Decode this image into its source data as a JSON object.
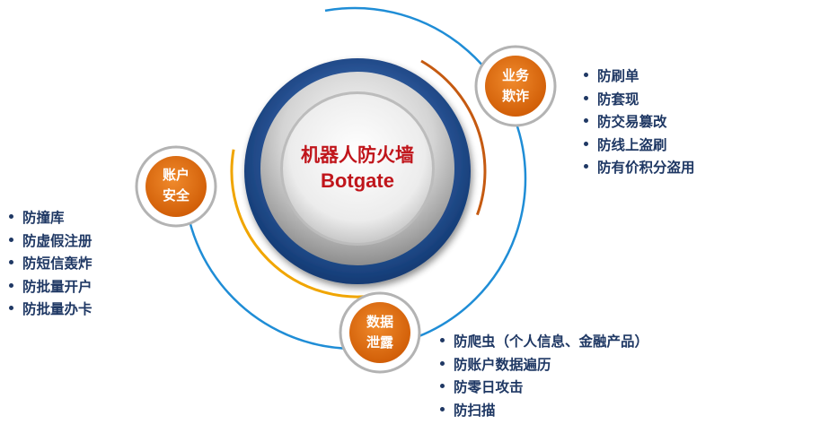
{
  "center": {
    "title": "机器人防火墙",
    "subtitle": "Botgate"
  },
  "nodes": {
    "business": {
      "line1": "业务",
      "line2": "欺诈"
    },
    "account": {
      "line1": "账户",
      "line2": "安全"
    },
    "data": {
      "line1": "数据",
      "line2": "泄露"
    }
  },
  "lists": {
    "business": [
      "防刷单",
      "防套现",
      "防交易篡改",
      "防线上盗刷",
      "防有价积分盗用"
    ],
    "account": [
      "防撞库",
      "防虚假注册",
      "防短信轰炸",
      "防批量开户",
      "防批量办卡"
    ],
    "data": [
      "防爬虫（个人信息、金融产品）",
      "防账户数据遍历",
      "防零日攻击",
      "防扫描"
    ]
  },
  "colors": {
    "node_orange": "#e46c0a",
    "ring_blue": "#1f8dd6",
    "arc_orange": "#f0a500",
    "arc_dark_orange": "#c55a11",
    "core_blue": "#2e5a9c",
    "text_red": "#c0151b",
    "text_navy": "#1f3864"
  }
}
